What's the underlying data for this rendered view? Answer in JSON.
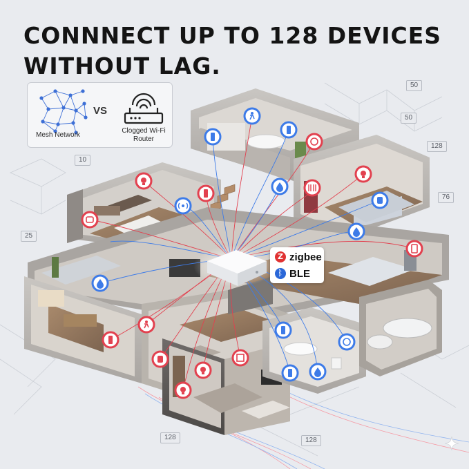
{
  "headline": {
    "line1": "CONNNECT UP TO 128 DEVICES",
    "line2": "WITHOUT LAG."
  },
  "comparison": {
    "left_label": "Mesh Network",
    "vs_label": "VS",
    "right_label_line1": "Clogged Wi-Fi",
    "right_label_line2": "Router",
    "right_icon": "router-icon"
  },
  "protocols": {
    "zigbee_label": "zigbee",
    "zigbee_icon": "zigbee-icon",
    "ble_label": "BLE",
    "ble_icon": "bluetooth-icon"
  },
  "floor_tags": [
    "50",
    "50",
    "128",
    "10",
    "76",
    "25",
    "128",
    "128"
  ],
  "colors": {
    "red_device": "#e23d4a",
    "blue_device": "#2f6fe0",
    "hub": "#f4f5f7",
    "background": "#e9ebef"
  },
  "device_icons": [
    "light-bulb-icon",
    "motion-sensor-icon",
    "door-sensor-icon",
    "smoke-alarm-icon",
    "plug-icon",
    "water-leak-icon",
    "curtain-icon",
    "thermostat-icon",
    "siren-icon"
  ]
}
